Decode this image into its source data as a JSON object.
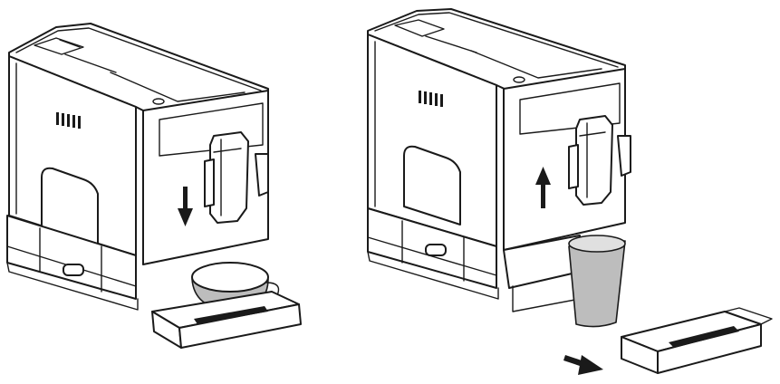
{
  "figure": {
    "panels": [
      {
        "id": "left",
        "action": "lower-spout",
        "arrow_direction": "down",
        "vessel": "cup"
      },
      {
        "id": "right",
        "action": "raise-spout",
        "arrow_direction": "up",
        "vessel": "tall-glass",
        "drip_tray": "removed",
        "tray_arrow_direction": "right"
      }
    ],
    "colors": {
      "line": "#1a1a1a",
      "background": "#ffffff",
      "vessel_fill": "#bdbdbd"
    }
  }
}
